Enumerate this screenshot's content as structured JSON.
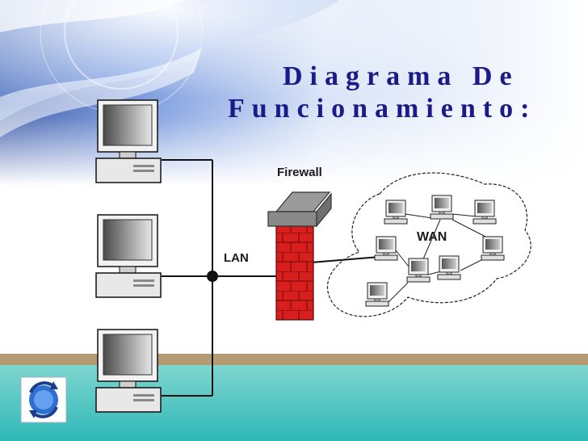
{
  "slide": {
    "title_line1": "Diagrama De",
    "title_line2": "Funcionamiento:"
  },
  "diagram": {
    "firewall_label": "Firewall",
    "lan_label": "LAN",
    "wan_label": "WAN",
    "lan_computers": [
      "desktop",
      "desktop",
      "desktop"
    ],
    "wan_computers": [
      "computer",
      "computer",
      "computer",
      "computer",
      "computer",
      "computer",
      "computer",
      "computer"
    ]
  },
  "colors": {
    "title": "#1a1a88",
    "firewall_brick": "#d91e1e",
    "firewall_cap": "#8a8a8a",
    "floor": "#4bc6c0",
    "floor_stripe": "#b59a72"
  },
  "icons": {
    "corner_logo": "globe-refresh-icon"
  }
}
